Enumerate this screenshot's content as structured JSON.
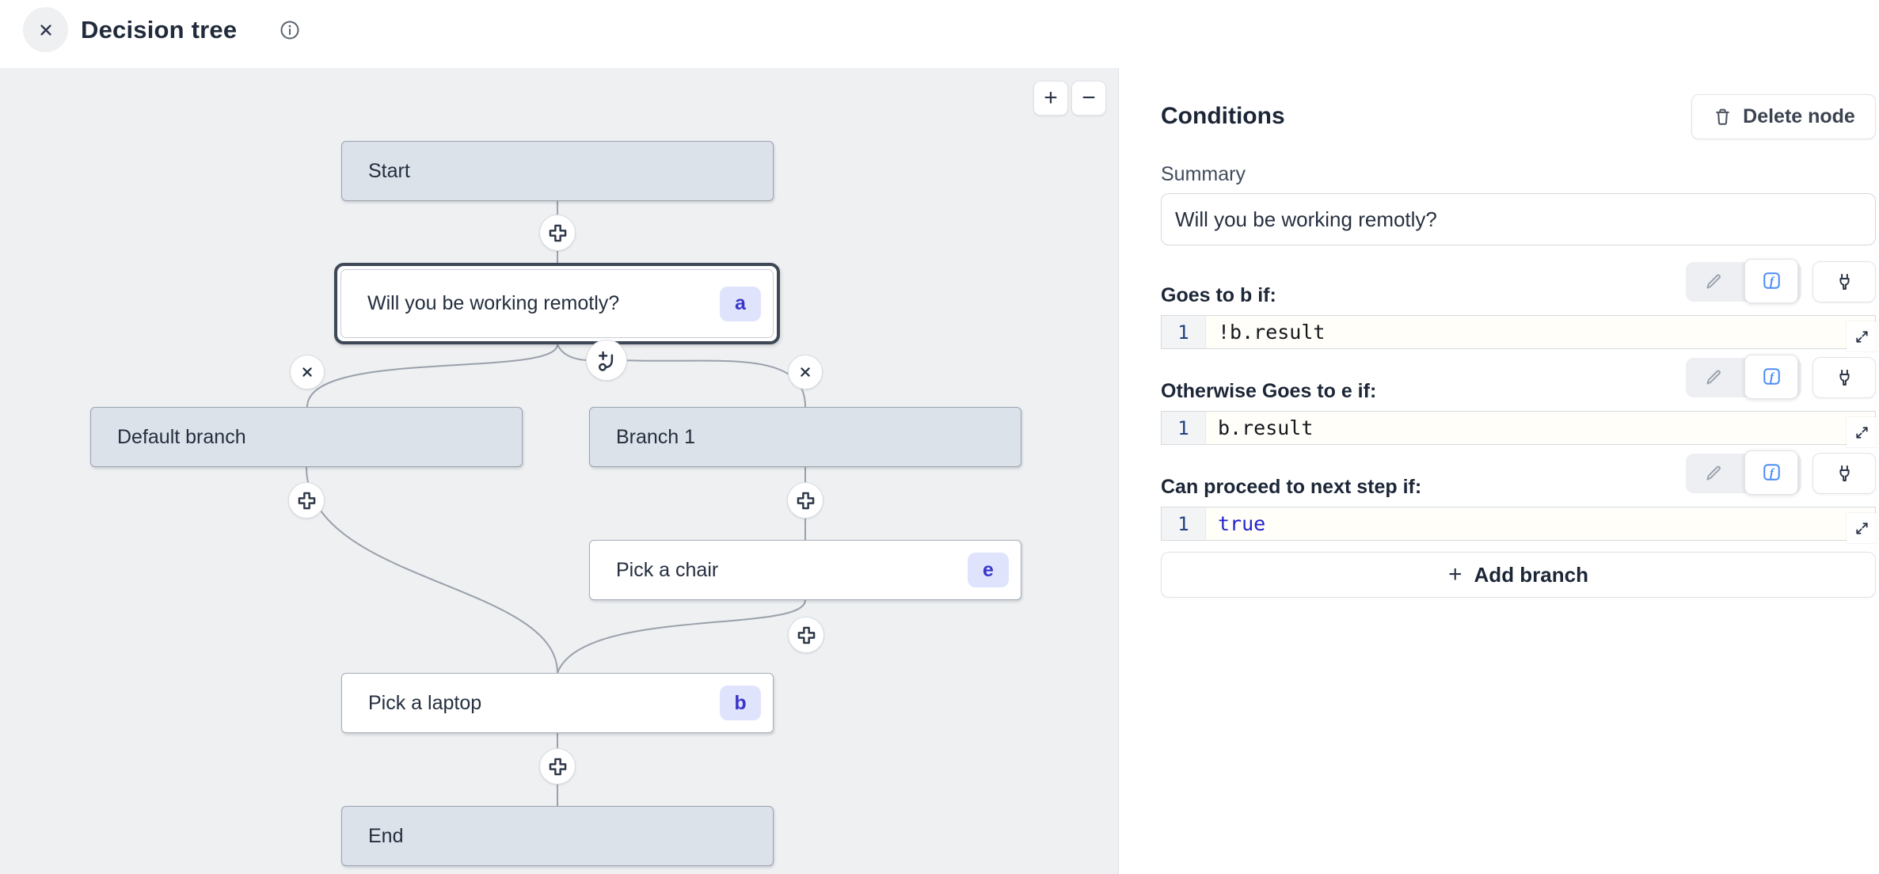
{
  "header": {
    "title": "Decision tree"
  },
  "canvas": {
    "zoom_in_label": "+",
    "zoom_out_label": "−",
    "nodes": [
      {
        "label": "Start"
      },
      {
        "label": "Will you be working remotly?",
        "badge": "a"
      },
      {
        "label": "Default branch"
      },
      {
        "label": "Branch 1"
      },
      {
        "label": "Pick a chair",
        "badge": "e"
      },
      {
        "label": "Pick a laptop",
        "badge": "b"
      },
      {
        "label": "End"
      }
    ]
  },
  "panel": {
    "title": "Conditions",
    "delete_button_label": "Delete node",
    "summary_label": "Summary",
    "summary_value": "Will you be working remotly?",
    "rows": [
      {
        "label": "Goes to b if:",
        "line": "1",
        "code": "!b.result"
      },
      {
        "label": "Otherwise Goes to e if:",
        "line": "1",
        "code": "b.result"
      },
      {
        "label": "Can proceed to next step if:",
        "line": "1",
        "code": "true"
      }
    ],
    "add_branch_label": "Add branch"
  },
  "colors": {
    "canvas_bg": "#eef0f2",
    "node_gray": "#dce2e9",
    "node_border": "#9aa3af",
    "selected_border": "#3e4756",
    "badge_bg": "#dfe3fc",
    "badge_text": "#3a36c9",
    "fx_blue": "#4a8cf7",
    "code_true_blue": "#2323cd",
    "edge_line": "#9aa1ab"
  }
}
